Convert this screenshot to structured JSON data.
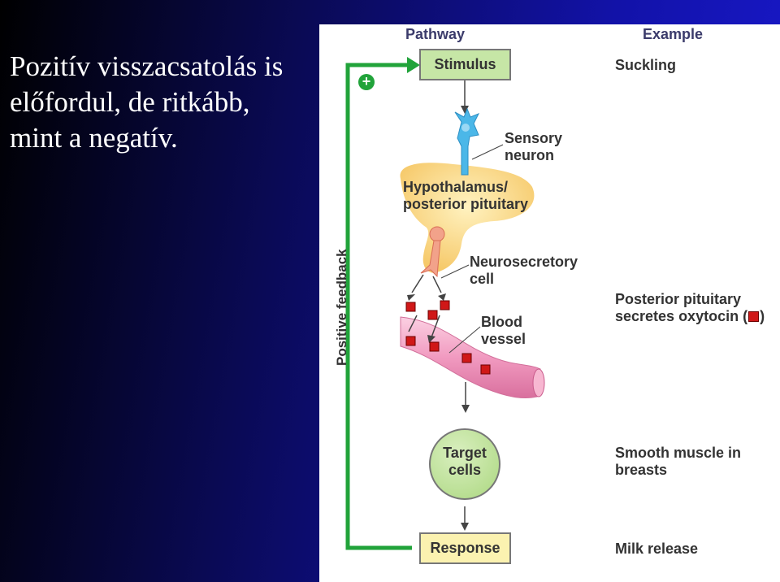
{
  "slide": {
    "title": "Pozitív visszacsatolás is\nelőfordul, de ritkább,\nmint a negatív."
  },
  "figure": {
    "header_pathway": "Pathway",
    "header_example": "Example",
    "plus_sign": "+",
    "stimulus": "Stimulus",
    "sensory_neuron": "Sensory\nneuron",
    "hypothalamus": "Hypothalamus/\nposterior pituitary",
    "neurosecretory_cell": "Neurosecretory\ncell",
    "blood_vessel": "Blood\nvessel",
    "target_cells": "Target\ncells",
    "response": "Response",
    "positive_feedback": "Positive feedback",
    "example_suckling": "Suckling",
    "example_oxytocin_prefix": "Posterior pituitary\nsecretes oxytocin (",
    "example_oxytocin_suffix": ")",
    "example_smooth_muscle": "Smooth muscle in\nbreasts",
    "example_milk": "Milk release"
  },
  "colors": {
    "feedback_green": "#21a33a",
    "box_fill": "#c6e6a6",
    "oxytocin_red": "#d01818",
    "hypothalamus_yellow": "#f9d77e",
    "vessel_pink": "#f19ac0",
    "neuron_blue": "#4bb7e8"
  }
}
